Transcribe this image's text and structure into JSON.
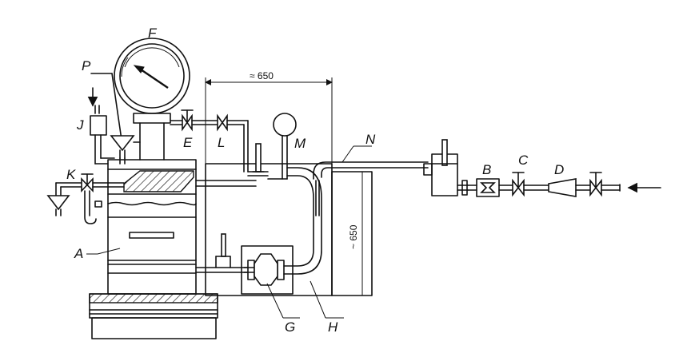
{
  "labels": {
    "A": "A",
    "B": "B",
    "C": "C",
    "D": "D",
    "E": "E",
    "F": "F",
    "G": "G",
    "H": "H",
    "J": "J",
    "K": "K",
    "L": "L",
    "M": "M",
    "N": "N",
    "P": "P"
  },
  "dimensions": {
    "horizontal": "≈ 650",
    "vertical": "~ 650"
  }
}
